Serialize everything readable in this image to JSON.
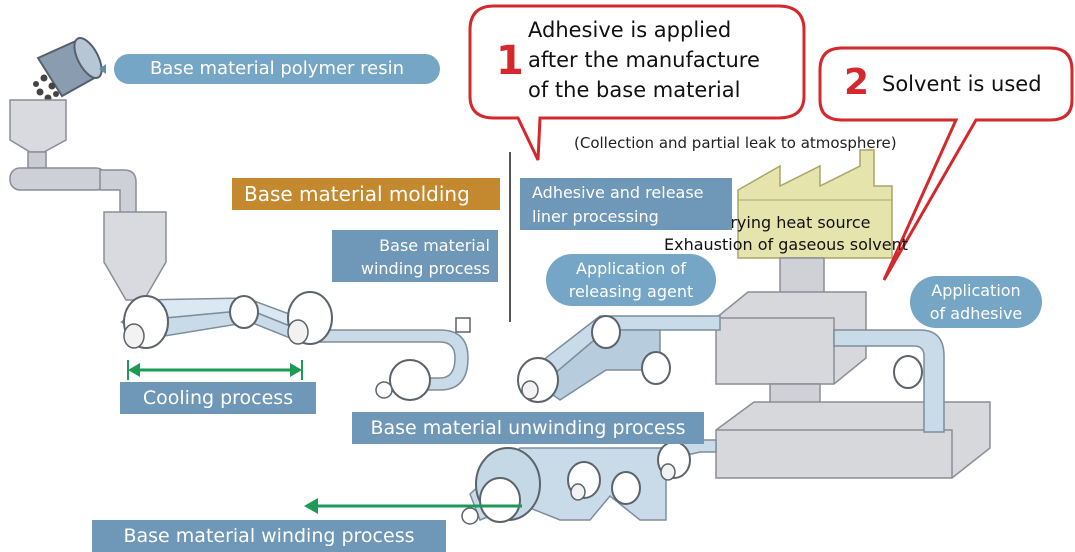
{
  "callouts": {
    "one": {
      "number": "1",
      "lines": [
        "Adhesive is applied",
        "after the manufacture",
        "of the base material"
      ]
    },
    "two": {
      "number": "2",
      "text": "Solvent is used"
    }
  },
  "notes": {
    "collection": "(Collection and partial leak to atmosphere)",
    "drying": "Drying heat source",
    "exhaustion": "Exhaustion of gaseous solvent"
  },
  "labels": {
    "polymer_resin": "Base material polymer resin",
    "molding": "Base material molding",
    "winding_process_top": [
      "Base material",
      "winding process"
    ],
    "adhesive_release": [
      "Adhesive and release",
      "liner processing"
    ],
    "releasing_agent": [
      "Application of",
      "releasing agent"
    ],
    "application_adhesive": [
      "Application",
      "of adhesive"
    ],
    "cooling": "Cooling process",
    "unwinding": "Base material unwinding process",
    "winding_bottom": "Base material winding process"
  },
  "colors": {
    "callout_red": "#d5282c",
    "label_blue": "#6f97b7",
    "pill_blue": "#76a6c6",
    "label_orange": "#c4892f",
    "film": "#c9dbe8",
    "machine_gray": "#cfd1d6",
    "factory": "#e6e4ad",
    "arrow_green": "#1e9a57"
  }
}
